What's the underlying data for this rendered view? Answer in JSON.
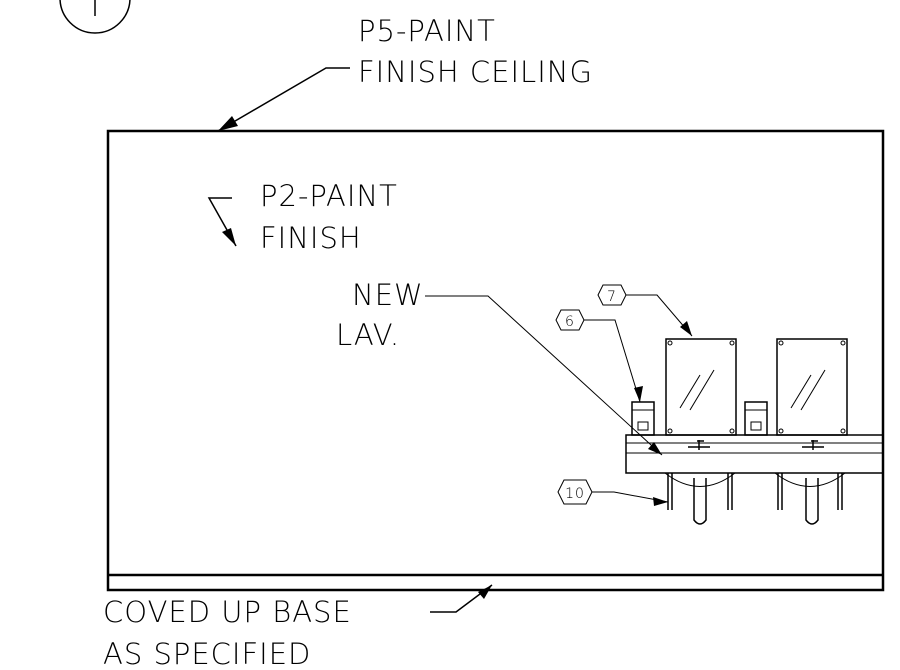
{
  "notes": {
    "ceiling_line1": "P5-PAINT",
    "ceiling_line2": "FINISH CEILING",
    "wall_line1": "P2-PAINT",
    "wall_line2": "FINISH",
    "lav_line1": "NEW",
    "lav_line2": "LAV.",
    "base_line1": "COVED UP BASE",
    "base_line2": "AS SPECIFIED"
  },
  "tags": {
    "soap_dispenser": "6",
    "mirror": "7",
    "pipe_cover": "10"
  },
  "line_color": "#000000",
  "background_color": "#ffffff"
}
